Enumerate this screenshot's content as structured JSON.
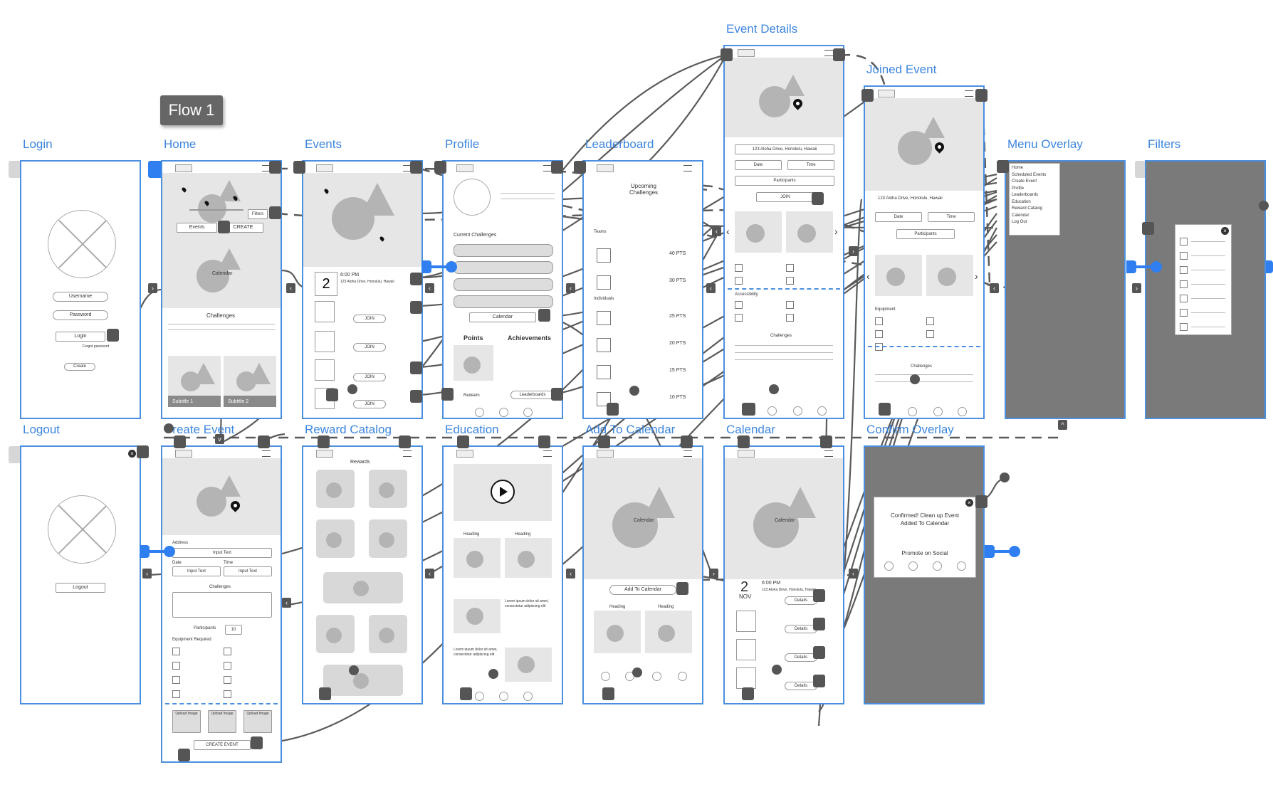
{
  "flow_badge": "Flow 1",
  "screens": {
    "login": {
      "label": "Login",
      "username": "Username",
      "password": "Password",
      "login_btn": "Login",
      "forgot": "Forgot password",
      "create": "Create"
    },
    "home": {
      "label": "Home",
      "filters": "Filters",
      "events_tab": "Events",
      "create_tab": "CREATE",
      "calendar": "Calendar",
      "challenges": "Challenges",
      "subtitle1": "Subtitle 1",
      "subtitle2": "Subtitle 2"
    },
    "events": {
      "label": "Events",
      "day_number": "2",
      "time": "6:00 PM",
      "address": "123 Aloha Drive, Honolulu, Hawaii",
      "join": "JOIN"
    },
    "profile": {
      "label": "Profile",
      "current_challenges": "Current Challenges",
      "calendar": "Calendar",
      "points": "Points",
      "achievements": "Achievements",
      "redeem": "Redeem",
      "leaderboards": "Leaderboards"
    },
    "leaderboard": {
      "label": "Leaderboard",
      "upcoming": "Upcoming Challenges",
      "teams": "Teams",
      "individuals": "Individuals",
      "pts_rows": [
        "40 PTS",
        "30 PTS",
        "25 PTS",
        "20 PTS",
        "15 PTS",
        "10 PTS"
      ]
    },
    "event_details": {
      "label": "Event Details",
      "address": "123 Aloha Drive, Honolulu, Hawaii",
      "date": "Date",
      "time": "Time",
      "participants": "Participants",
      "join": "JOIN",
      "accessibility": "Accessibility",
      "challenges": "Challenges"
    },
    "joined_event": {
      "label": "Joined Event",
      "address": "123 Aloha Drive, Honolulu, Hawaii",
      "date": "Date",
      "time": "Time",
      "participants": "Participants",
      "equipment": "Equipment",
      "challenges": "Challenges"
    },
    "menu_overlay": {
      "label": "Menu Overlay",
      "items": [
        "Home",
        "Scheduled Events",
        "Create Event",
        "Profile",
        "Leaderboards",
        "Education",
        "Reward Catalog",
        "Calendar",
        "Log Out"
      ]
    },
    "filters": {
      "label": "Filters"
    },
    "logout": {
      "label": "Logout",
      "logout_btn": "Logout"
    },
    "create_event": {
      "label": "Create Event",
      "address": "Address",
      "input_text": "Input Text",
      "date": "Date",
      "time": "Time",
      "challenges": "Challenges",
      "participants": "Participants",
      "participants_value": "10",
      "equipment": "Equipment Required",
      "upload": "Upload Image",
      "create_btn": "CREATE EVENT"
    },
    "reward_catalog": {
      "label": "Reward Catalog",
      "rewards": "Rewards"
    },
    "education": {
      "label": "Education",
      "heading": "Heading",
      "lorem": "Lorem ipsum dolor sit amet, consectetur adipiscing elit"
    },
    "add_to_calendar": {
      "label": "Add To Calendar",
      "calendar": "Calendar",
      "add_btn": "Add To Calendar",
      "heading": "Heading"
    },
    "calendar": {
      "label": "Calendar",
      "calendar": "Calendar",
      "day_number": "2",
      "month": "NOV",
      "time": "6:00 PM",
      "address": "123 Aloha Drive, Honolulu, Hawaii",
      "details": "Details"
    },
    "confirm_overlay": {
      "label": "Confirm Overlay",
      "message": "Confirmed! Clean up Event Added To Calendar",
      "promote": "Promote on Social"
    }
  },
  "colors": {
    "accent": "#2f7ff0",
    "frame": "#4a8fe0",
    "wire": "#5a5a5a",
    "overlay": "#7a7a7a",
    "label": "#3d86de"
  }
}
